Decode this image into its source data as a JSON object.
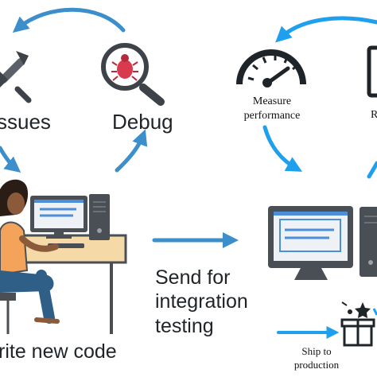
{
  "labels": {
    "fix_issues": "ssues",
    "debug": "Debug",
    "write_new_code": "rite new code",
    "send_for_integration": [
      "Send for",
      "integration",
      "testing"
    ],
    "measure_performance": [
      "Measure",
      "performance"
    ],
    "ship_to_production": [
      "Ship to",
      "production"
    ],
    "right_edge": "R"
  },
  "colors": {
    "arrow": "#3d8fcc",
    "arrow_bright": "#1ea0ee",
    "text": "#1f2428",
    "monitor_dark": "#4a4f55",
    "screen_fill": "#eef2f6",
    "screen_accent": "#4c8fd8",
    "desk": "#f5d9a6",
    "bug": "#d83b4e",
    "skin": "#8a5a3b",
    "shirt": "#f4a35a",
    "pants": "#2f5e86"
  },
  "icons": [
    "wrench-screwdriver-icon",
    "bug-magnifier-icon",
    "gauge-icon",
    "monitor-icon",
    "server-tower-icon",
    "gift-box-icon",
    "developer-person-icon"
  ]
}
